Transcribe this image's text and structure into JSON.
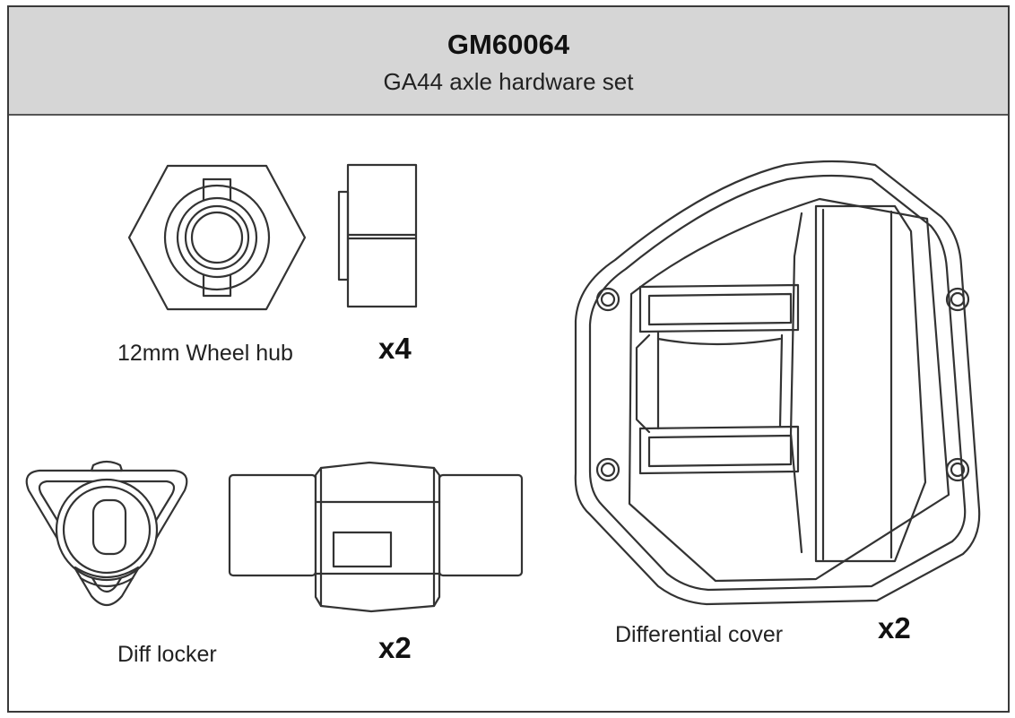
{
  "header": {
    "part_number": "GM60064",
    "description": "GA44 axle hardware set"
  },
  "parts": [
    {
      "label": "12mm Wheel hub",
      "quantity": "x4"
    },
    {
      "label": "Diff locker",
      "quantity": "x2"
    },
    {
      "label": "Differential cover",
      "quantity": "x2"
    }
  ]
}
